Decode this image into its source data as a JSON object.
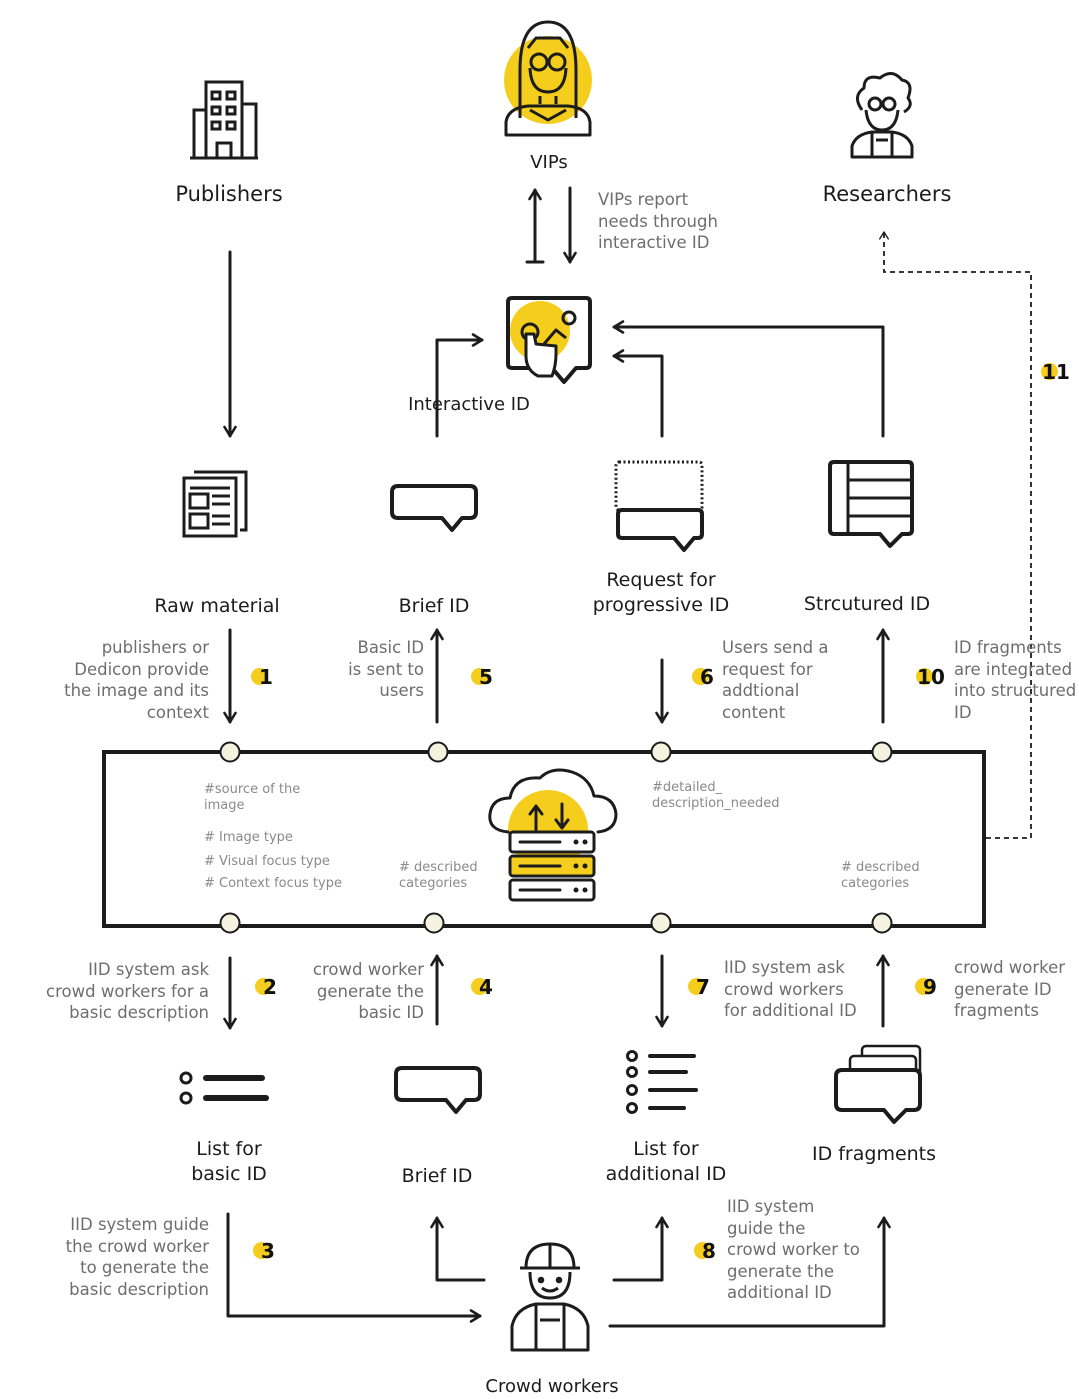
{
  "colors": {
    "accent": "#f5cd1c",
    "line": "#1c1c1c",
    "note": "#6e6e6e"
  },
  "actors": {
    "publishers": "Publishers",
    "vips": "VIPs",
    "researchers": "Researchers",
    "crowd_workers": "Crowd workers"
  },
  "nodes": {
    "interactive_id": "Interactive ID",
    "raw_material": "Raw material",
    "brief_id_top": "Brief ID",
    "request_progressive_id": [
      "Request for",
      "progressive ID"
    ],
    "structured_id": "Strcutured ID",
    "list_basic_id": [
      "List for",
      "basic ID"
    ],
    "brief_id_bottom": "Brief ID",
    "list_additional_id": [
      "List for",
      "additional ID"
    ],
    "id_fragments": "ID fragments"
  },
  "notes": {
    "vips_report": [
      "VIPs report",
      "needs through",
      "interactive ID"
    ],
    "step1": [
      "publishers or",
      "Dedicon provide",
      "the image and its",
      "context"
    ],
    "step5": [
      "Basic ID",
      "is sent to",
      "users"
    ],
    "step6": [
      "Users send a",
      "request for",
      "addtional",
      "content"
    ],
    "step10": [
      "ID fragments",
      "are integrated",
      "into structured",
      "ID"
    ],
    "step2": [
      "IID system ask",
      "crowd workers for a",
      "basic description"
    ],
    "step4": [
      "crowd worker",
      "generate the",
      "basic ID"
    ],
    "step7": [
      "IID system ask",
      "crowd workers",
      "for additional ID"
    ],
    "step9": [
      "crowd worker",
      "generate ID",
      "fragments"
    ],
    "step3": [
      "IID system guide",
      "the crowd worker",
      "to generate  the",
      "basic description"
    ],
    "step8": [
      "IID system",
      "guide the",
      "crowd worker to",
      "generate  the",
      "additional ID"
    ]
  },
  "system_tags": {
    "source": [
      "#source of the",
      "image"
    ],
    "image_type": "# Image type",
    "visual_focus": "# Visual focus type",
    "context_focus": "# Context focus type",
    "described_left": [
      "# described",
      "categories"
    ],
    "detailed": [
      "#detailed_",
      "description_needed"
    ],
    "described_right": [
      "# described",
      "categories"
    ]
  },
  "steps": [
    "1",
    "2",
    "3",
    "4",
    "5",
    "6",
    "7",
    "8",
    "9",
    "10",
    "11"
  ]
}
